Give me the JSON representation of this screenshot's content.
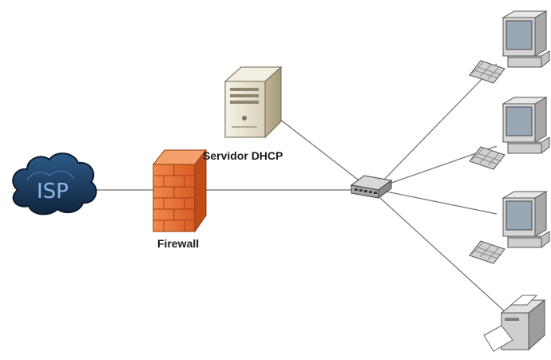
{
  "nodes": {
    "isp": {
      "label": "ISP",
      "icon": "cloud-icon"
    },
    "firewall": {
      "label": "Firewall",
      "icon": "brick-wall-icon"
    },
    "dhcp_server": {
      "label": "Servidor DHCP",
      "icon": "server-tower-icon"
    },
    "switch": {
      "label": "",
      "icon": "network-switch-icon"
    },
    "pcs": [
      {
        "icon": "desktop-computer-icon"
      },
      {
        "icon": "desktop-computer-icon"
      },
      {
        "icon": "desktop-computer-icon"
      }
    ],
    "printer": {
      "icon": "printer-icon"
    }
  },
  "colors": {
    "cloud": "#1d3a5c",
    "firewall": "#e9703a",
    "server": "#e8e3d2",
    "line": "#6e6e6e"
  }
}
